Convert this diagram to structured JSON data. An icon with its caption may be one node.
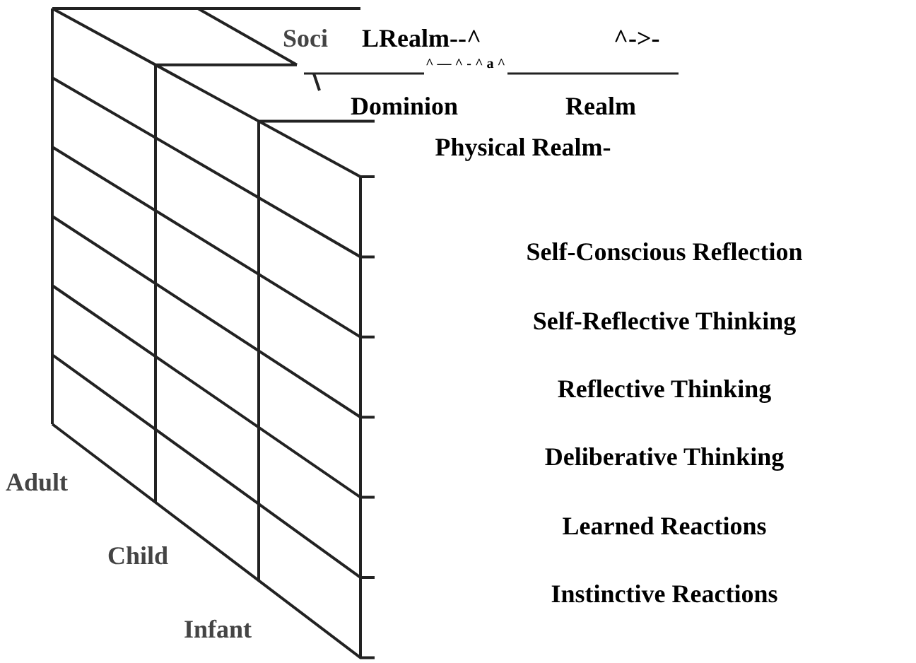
{
  "diagram": {
    "labels": [
      "Soci",
      "LRealm--^",
      "^->-",
      "^ — ^ - ^ a ^",
      "Dominion",
      "Realm",
      "Physical Realm-",
      "Self-Conscious Reflection",
      "Self-Reflective Thinking",
      "Reflective Thinking",
      "Deliberative Thinking",
      "Learned Reactions",
      "Instinctive Reactions",
      "Adult",
      "Child",
      "Infant"
    ]
  }
}
